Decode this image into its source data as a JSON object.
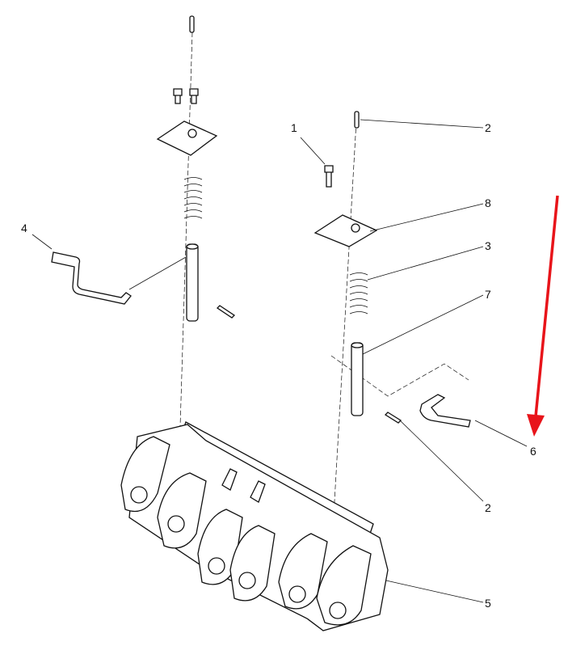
{
  "callouts": [
    {
      "id": "c1",
      "label": "1"
    },
    {
      "id": "c2a",
      "label": "2"
    },
    {
      "id": "c8",
      "label": "8"
    },
    {
      "id": "c3",
      "label": "3"
    },
    {
      "id": "c7",
      "label": "7"
    },
    {
      "id": "c4",
      "label": "4"
    },
    {
      "id": "c6",
      "label": "6"
    },
    {
      "id": "c2b",
      "label": "2"
    },
    {
      "id": "c5",
      "label": "5"
    }
  ],
  "colors": {
    "arrow": "#e8141a",
    "line": "#111111"
  }
}
